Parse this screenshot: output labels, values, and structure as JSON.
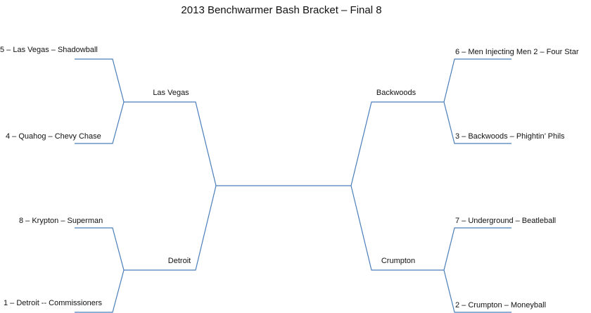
{
  "title": "2013 Benchwarmer Bash Bracket – Final 8",
  "colors": {
    "line": "#4a7ebb",
    "text": "#111111",
    "background": "#ffffff"
  },
  "bracket": {
    "left": {
      "top": {
        "seed_a": "5 – Las Vegas – Shadowball",
        "seed_b": "4 – Quahog – Chevy Chase",
        "winner": "Las Vegas"
      },
      "bottom": {
        "seed_a": "8 – Krypton – Superman",
        "seed_b": "1 – Detroit -- Commissioners",
        "winner": "Detroit"
      }
    },
    "right": {
      "top": {
        "seed_a": "6 – Men Injecting Men 2 – Four Star",
        "seed_b": "3 – Backwoods – Phightin’ Phils",
        "winner": "Backwoods"
      },
      "bottom": {
        "seed_a": "7 – Underground – Beatleball",
        "seed_b": "2 – Crumpton – Moneyball",
        "winner": "Crumpton"
      }
    }
  }
}
